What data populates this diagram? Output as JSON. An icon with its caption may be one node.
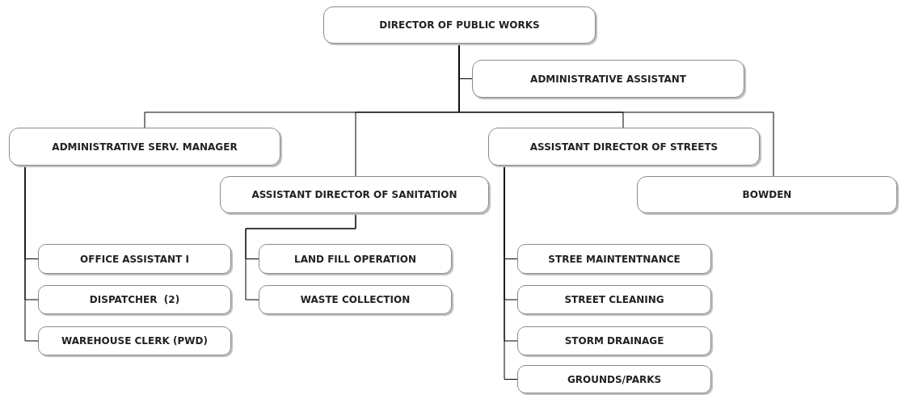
{
  "diagram": {
    "nodes": [
      {
        "text": [
          "DIRECTOR OF PUBLIC WORKS"
        ]
      },
      {
        "text": [
          "ADMINISTRATIVE ASSISTANT"
        ]
      },
      {
        "text": [
          "ADMINISTRATIVE SERV. MANAGER"
        ]
      },
      {
        "text": [
          "ASSISTANT DIRECTOR OF SANITATION"
        ]
      },
      {
        "text": [
          "ASSISTANT DIRECTOR OF STREETS"
        ]
      },
      {
        "text": [
          "BOWDEN"
        ]
      },
      {
        "text": [
          "OFFICE ASSISTANT I"
        ]
      },
      {
        "text": [
          "DISPATCHER  (2)"
        ]
      },
      {
        "text": [
          "WAREHOUSE CLERK (PWD)"
        ]
      },
      {
        "text": [
          "LAND FILL OPERATION"
        ]
      },
      {
        "text": [
          "WASTE COLLECTION"
        ]
      },
      {
        "text": [
          "STREE MAINTENTNANCE"
        ]
      },
      {
        "text": [
          "STREET CLEANING"
        ]
      },
      {
        "text": [
          "STORM DRAINAGE"
        ]
      },
      {
        "text": [
          "GROUNDS/PARKS"
        ]
      }
    ],
    "edges": [
      {
        "from": 0,
        "to": 1,
        "arrow": "none"
      },
      {
        "from": 0,
        "to": 2,
        "arrow": "none"
      },
      {
        "from": 0,
        "to": 3,
        "arrow": "none"
      },
      {
        "from": 0,
        "to": 4,
        "arrow": "none"
      },
      {
        "from": 0,
        "to": 5,
        "arrow": "none"
      },
      {
        "from": 2,
        "to": 6,
        "arrow": "none"
      },
      {
        "from": 2,
        "to": 7,
        "arrow": "none"
      },
      {
        "from": 2,
        "to": 8,
        "arrow": "none"
      },
      {
        "from": 3,
        "to": 9,
        "arrow": "none"
      },
      {
        "from": 3,
        "to": 10,
        "arrow": "none"
      },
      {
        "from": 4,
        "to": 11,
        "arrow": "none"
      },
      {
        "from": 4,
        "to": 12,
        "arrow": "none"
      },
      {
        "from": 4,
        "to": 13,
        "arrow": "none"
      },
      {
        "from": 4,
        "to": 14,
        "arrow": "none"
      }
    ]
  }
}
